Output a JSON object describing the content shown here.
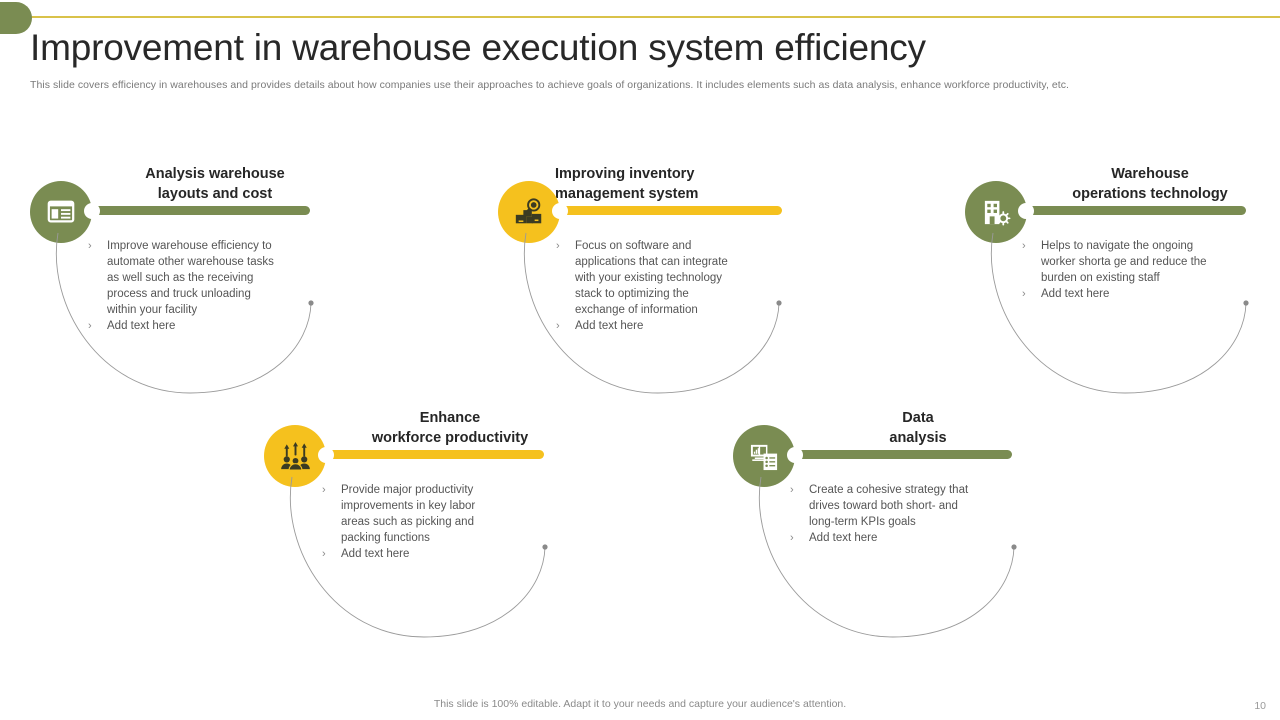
{
  "header": {
    "title": "Improvement in warehouse execution system efficiency",
    "subtitle": "This slide covers efficiency in warehouses and provides details about how companies use their approaches to achieve goals of organizations. It includes elements such as data analysis, enhance workforce productivity, etc."
  },
  "colors": {
    "green": "#7a8c52",
    "yellow": "#f5c11e",
    "rule": "#d9c24a",
    "text_dark": "#262626",
    "text_body": "#555555",
    "arc": "#9a9a9a"
  },
  "cards": [
    {
      "id": "analysis-warehouse-layouts-and-cost",
      "heading": "Analysis warehouse\nlayouts and cost",
      "color": "green",
      "icon": "window-layout-icon",
      "bullets": [
        "Improve  warehouse efficiency to automate other warehouse tasks as well such as the receiving process and truck unloading within your facility",
        "Add text here"
      ]
    },
    {
      "id": "improving-inventory-management-system",
      "heading": "Improving inventory\nmanagement system",
      "color": "yellow",
      "icon": "boxes-magnifier-icon",
      "bullets": [
        "Focus on software and applications that can integrate with your existing technology stack to optimizing the exchange of information",
        "Add text here"
      ]
    },
    {
      "id": "warehouse-operations-technology",
      "heading": "Warehouse\noperations technology",
      "color": "green",
      "icon": "building-gear-icon",
      "bullets": [
        "Helps to navigate the ongoing worker shorta ge and reduce the burden on existing staff",
        "Add text here"
      ]
    },
    {
      "id": "enhance-workforce-productivity",
      "heading": "Enhance\nworkforce productivity",
      "color": "yellow",
      "icon": "people-growth-arrows-icon",
      "bullets": [
        "Provide  major  productivity improvements  in key labor areas  such as  picking and packing functions",
        "Add text here"
      ]
    },
    {
      "id": "data-analysis",
      "heading": "Data\nanalysis",
      "color": "green",
      "icon": "computer-chart-report-icon",
      "bullets": [
        "Create a cohesive  strategy that drives  toward  both short- and long-term  KPIs goals",
        "Add text here"
      ]
    }
  ],
  "bullet_marker": "›",
  "footer": {
    "note": "This slide is 100% editable. Adapt it to your needs and capture your audience's attention.",
    "page_number": "10"
  }
}
